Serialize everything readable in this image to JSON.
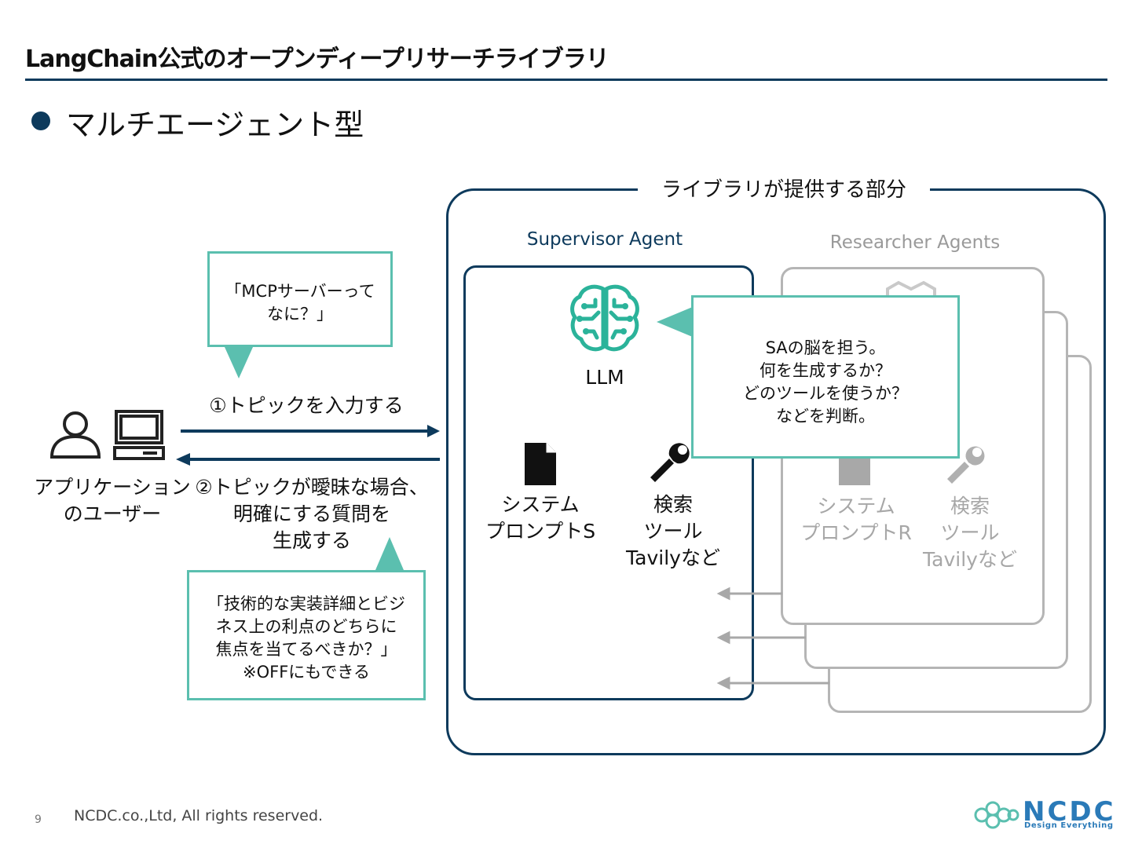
{
  "header": {
    "title": "LangChain公式のオープンディープリサーチライブラリ",
    "bullet": "マルチエージェント型"
  },
  "diagram": {
    "library_label": "ライブラリが提供する部分",
    "supervisor_label": "Supervisor Agent",
    "researcher_label": "Researcher Agents",
    "llm_label": "LLM",
    "supervisor_prompt": [
      "システム",
      "プロンプトS"
    ],
    "supervisor_tool": [
      "検索",
      "ツール",
      "Tavilyなど"
    ],
    "researcher_prompt": [
      "システム",
      "プロンプトR"
    ],
    "researcher_tool": [
      "検索",
      "ツール",
      "Tavilyなど"
    ],
    "llm_callout": [
      "SAの脳を担う。",
      "何を生成するか？",
      "どのツールを使うか？",
      "などを判断。"
    ],
    "user_label": [
      "アプリケーション",
      "のユーザー"
    ],
    "arrow1_label": "①トピックを入力する",
    "arrow2_label": [
      "②トピックが曖昧な場合、",
      "明確にする質問を",
      "生成する"
    ],
    "question_callout": [
      "「MCPサーバーって",
      "なに？」"
    ],
    "clarify_callout": [
      "「技術的な実装詳細とビジ",
      "ネス上の利点のどちらに",
      "焦点を当てるべきか？」",
      "※OFFにもできる"
    ]
  },
  "footer": {
    "page_number": "9",
    "copyright": "NCDC.co.,Ltd, All rights reserved.",
    "logo_text": "NCDC",
    "logo_tagline": "Design Everything"
  },
  "colors": {
    "navy": "#0d3a5c",
    "teal": "#5bbfaf",
    "grey": "#b5b5b5",
    "logo_blue": "#2a7ab8"
  },
  "icons": [
    "person-icon",
    "computer-icon",
    "brain-circuit-icon",
    "document-icon",
    "wrench-icon"
  ]
}
